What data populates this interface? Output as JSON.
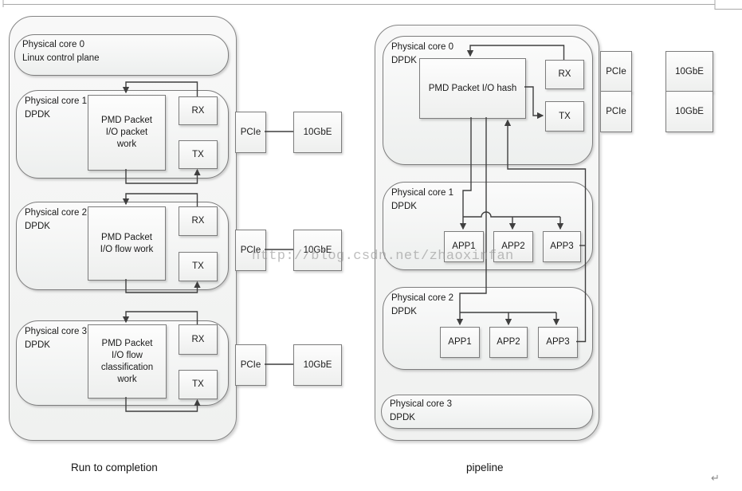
{
  "page": {
    "watermark": "http://blog.csdn.net/zhaoxinfan",
    "paragraph_mark": "↵"
  },
  "labels": {
    "rx": "RX",
    "tx": "TX",
    "pcie": "PCIe",
    "nic": "10GbE"
  },
  "run_to_completion": {
    "caption": "Run to completion",
    "core0_line1": "Physical core 0",
    "core0_line2": "Linux control plane",
    "cores": [
      {
        "name": "Physical core 1",
        "runtime": "DPDK",
        "pmd": "PMD Packet\nI/O packet\nwork"
      },
      {
        "name": "Physical core 2",
        "runtime": "DPDK",
        "pmd": "PMD Packet\nI/O flow work"
      },
      {
        "name": "Physical core 3",
        "runtime": "DPDK",
        "pmd": "PMD Packet\nI/O flow\nclassification\nwork"
      }
    ]
  },
  "pipeline": {
    "caption": "pipeline",
    "core0": {
      "name": "Physical core 0",
      "runtime": "DPDK",
      "pmd": "PMD Packet I/O hash"
    },
    "core1": {
      "name": "Physical core 1",
      "runtime": "DPDK",
      "apps": [
        "APP1",
        "APP2",
        "APP3"
      ]
    },
    "core2": {
      "name": "Physical core 2",
      "runtime": "DPDK",
      "apps": [
        "APP1",
        "APP2",
        "APP3"
      ]
    },
    "core3": {
      "name": "Physical core 3",
      "runtime": "DPDK"
    }
  }
}
